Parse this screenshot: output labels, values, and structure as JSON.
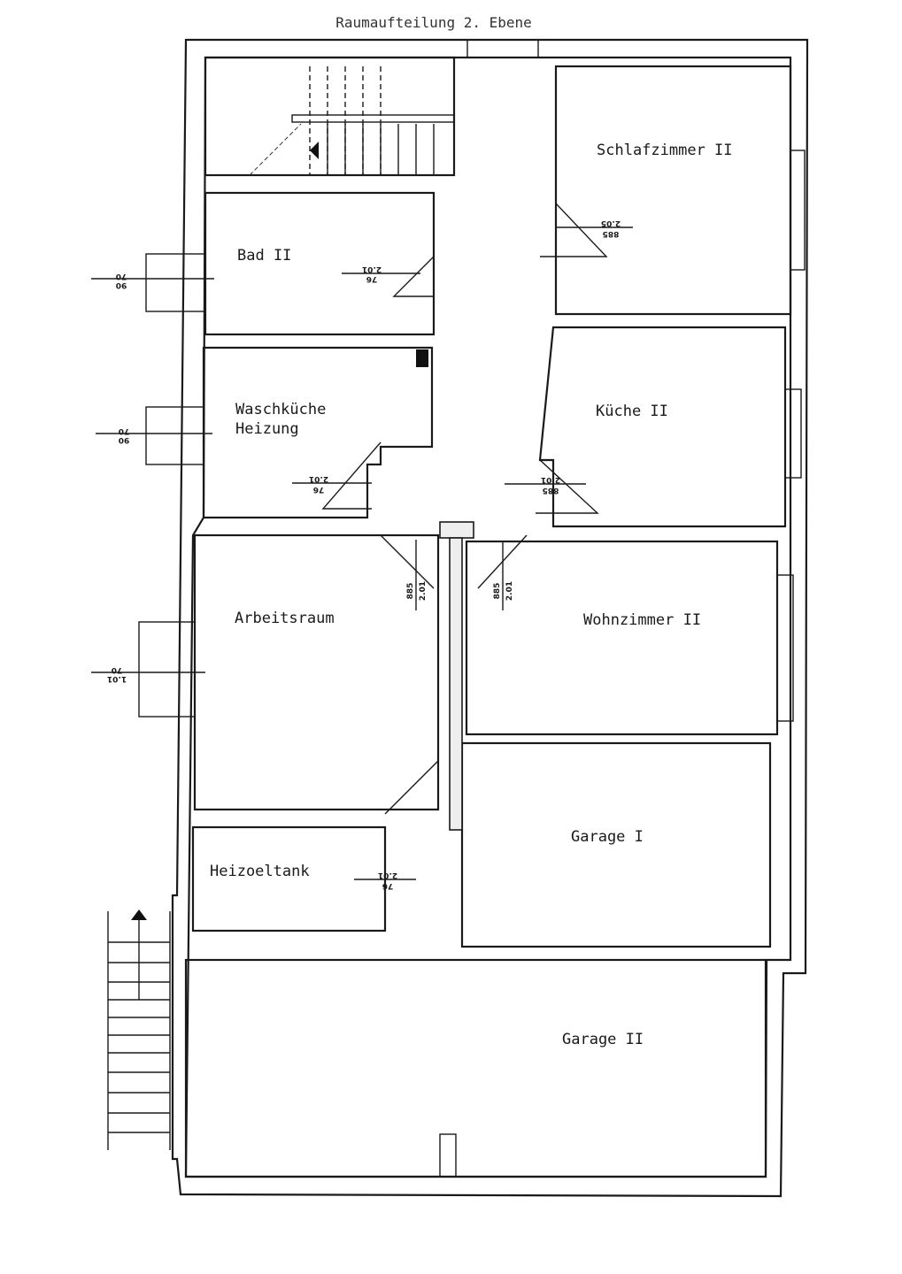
{
  "title": "Raumaufteilung 2. Ebene",
  "rooms": {
    "schlafzimmer": "Schlafzimmer II",
    "bad": "Bad II",
    "waschkueche_1": "Waschküche",
    "waschkueche_2": "Heizung",
    "kueche": "Küche II",
    "arbeitsraum": "Arbeitsraum",
    "wohnzimmer": "Wohnzimmer II",
    "garage1": "Garage I",
    "heizoeltank": "Heizoeltank",
    "garage2": "Garage II"
  },
  "dimensions": {
    "bad_window": [
      "70",
      "90"
    ],
    "wasch_window": [
      "70",
      "90"
    ],
    "arbeits_window": [
      "70",
      "1.01"
    ],
    "bad_door": [
      "2.01",
      "76"
    ],
    "schlaf_door": [
      "2.05",
      "885"
    ],
    "wasch_door": [
      "2.01",
      "76"
    ],
    "kueche_door": [
      "2.01",
      "885"
    ],
    "arbeits_door": [
      "885",
      "2.01"
    ],
    "wohn_door": [
      "885",
      "2.01"
    ],
    "tank_door": [
      "2.01",
      "76"
    ]
  }
}
